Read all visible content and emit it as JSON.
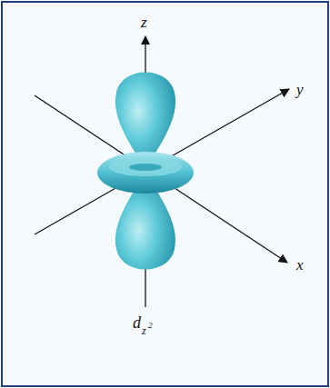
{
  "diagram": {
    "labels": [
      "z",
      "y",
      "x",
      "d",
      "z",
      "2"
    ]
  }
}
